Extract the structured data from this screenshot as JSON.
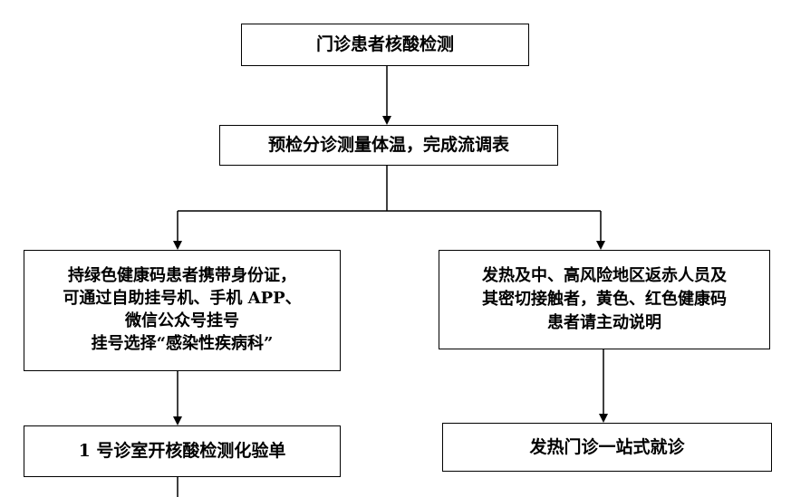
{
  "flowchart": {
    "start": "门诊患者核酸检测",
    "precheck": "预检分诊测量体温，完成流调表",
    "green_code_lines": [
      "持绿色健康码患者携带身份证，",
      "可通过自助挂号机、手机 APP、",
      "微信公众号挂号",
      "挂号选择“感染性疾病科”"
    ],
    "risk_lines": [
      "发热及中、高风险地区返赤人员及",
      "其密切接触者，黄色、红色健康码",
      "患者请主动说明"
    ],
    "lab_order": "1 号诊室开核酸检测化验单",
    "fever_clinic": "发热门诊一站式就诊"
  }
}
